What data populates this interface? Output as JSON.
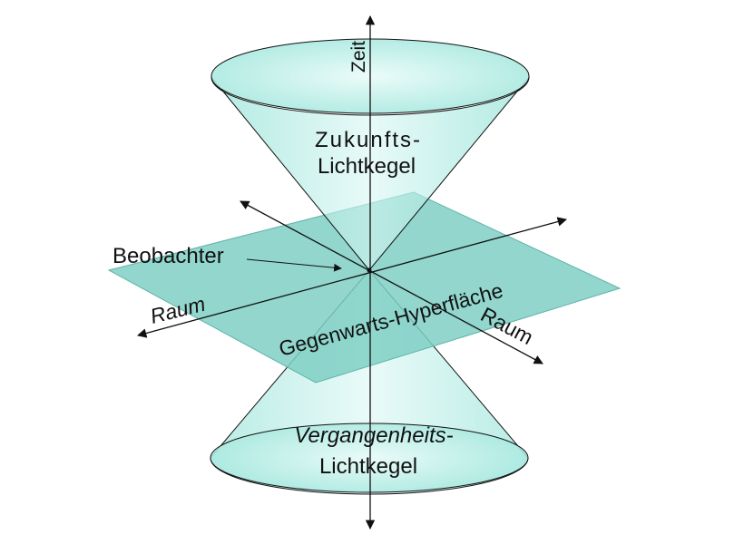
{
  "diagram": {
    "labels": {
      "time_axis": "Zeit",
      "future_cone_line1": "Zukunfts-",
      "future_cone_line2": "Lichtkegel",
      "observer": "Beobachter",
      "space_axis_left": "Raum",
      "space_axis_right": "Raum",
      "hypersurface": "Gegenwarts-Hyperfläche",
      "past_cone_line1": "Vergangenheits-",
      "past_cone_line2": "Lichtkegel"
    },
    "colors": {
      "cone_fill": "#bff0ea",
      "cone_fill_dark": "#8fe0d6",
      "plane_fill": "#7fcfc4",
      "plane_stroke": "#5fb3a8",
      "line": "#111111"
    }
  }
}
